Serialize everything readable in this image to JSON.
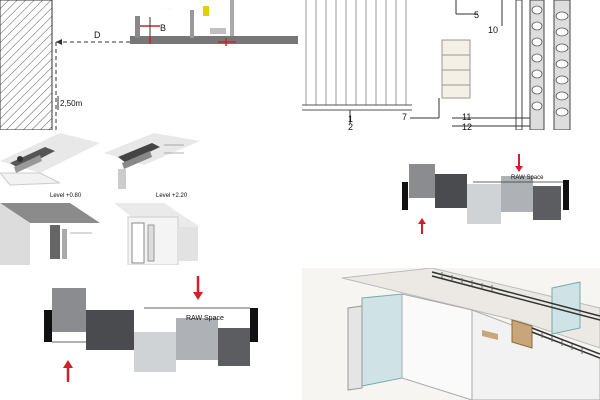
{
  "grid": {
    "background": "#ffffff",
    "tiles": [
      {
        "id": "section-wall-detail",
        "label_d": "D",
        "label_b": "B",
        "label_height": "2,50m"
      },
      {
        "id": "elevation-detail",
        "callouts": [
          "5",
          "10",
          "1",
          "2",
          "7",
          "11",
          "12"
        ]
      },
      {
        "id": "render-level-080",
        "caption": "Level +0.80"
      },
      {
        "id": "render-level-220",
        "caption": "Level +2.20"
      },
      {
        "id": "render-structure",
        "caption": ""
      },
      {
        "id": "render-panel",
        "caption": ""
      },
      {
        "id": "raw-space-diagram-small",
        "text": "RAW Space"
      },
      {
        "id": "raw-space-diagram-large",
        "text": "RAW Space"
      },
      {
        "id": "isometric-facade",
        "caption": ""
      }
    ]
  },
  "colors": {
    "arrow_red": "#d0202a",
    "block_light": "#c8cbcf",
    "block_mid": "#7f8286",
    "block_dark": "#3a3b3d",
    "block_darker": "#55575a",
    "end_cap": "#111111",
    "glass": "#cfe3e6",
    "wood": "#c9a679"
  }
}
